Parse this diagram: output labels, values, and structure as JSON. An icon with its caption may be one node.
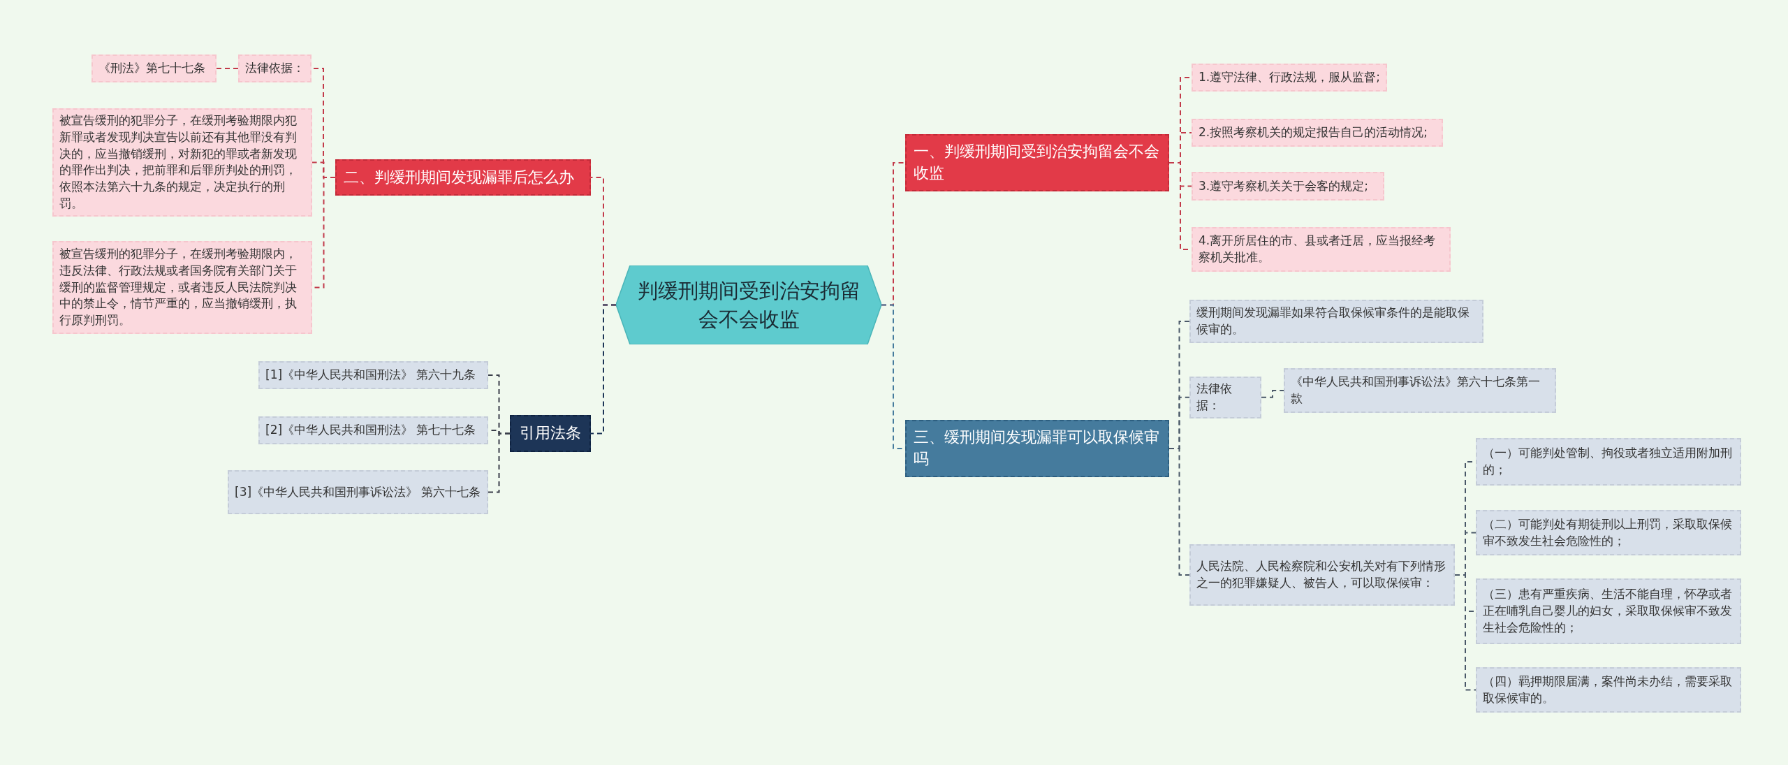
{
  "diagram": {
    "nodes": [
      {
        "text": [
          "判缓刑期间受到治安拘留会不会收监"
        ]
      },
      {
        "text": [
          "二、判缓刑期间发现漏罪后怎么办"
        ]
      },
      {
        "text": [
          "法律依据："
        ]
      },
      {
        "text": [
          "《刑法》第七十七条"
        ]
      },
      {
        "text": [
          "被宣告缓刑的犯罪分子，在缓刑考验期限内犯新罪或者发现判决宣告以前还有其他罪没有判决的，应当撤销缓刑，对新犯的罪或者新发现的罪作出判决，把前罪和后罪所判处的刑罚，依照本法第六十九条的规定，决定执行的刑罚。"
        ]
      },
      {
        "text": [
          "被宣告缓刑的犯罪分子，在缓刑考验期限内，违反法律、行政法规或者国务院有关部门关于缓刑的监督管理规定，或者违反人民法院判决中的禁止令，情节严重的，应当撤销缓刑，执行原判刑罚。"
        ]
      },
      {
        "text": [
          "引用法条"
        ]
      },
      {
        "text": [
          "[1]《中华人民共和国刑法》 第六十九条"
        ]
      },
      {
        "text": [
          "[2]《中华人民共和国刑法》 第七十七条"
        ]
      },
      {
        "text": [
          "[3]《中华人民共和国刑事诉讼法》 第六十七条"
        ]
      },
      {
        "text": [
          "一、判缓刑期间受到治安拘留会不会收监"
        ]
      },
      {
        "text": [
          "1.遵守法律、行政法规，服从监督;"
        ]
      },
      {
        "text": [
          "2.按照考察机关的规定报告自己的活动情况;"
        ]
      },
      {
        "text": [
          "3.遵守考察机关关于会客的规定;"
        ]
      },
      {
        "text": [
          "4.离开所居住的市、县或者迁居，应当报经考察机关批准。"
        ]
      },
      {
        "text": [
          "三、缓刑期间发现漏罪可以取保候审吗"
        ]
      },
      {
        "text": [
          "缓刑期间发现漏罪如果符合取保候审条件的是能取保候审的。"
        ]
      },
      {
        "text": [
          "法律依据："
        ]
      },
      {
        "text": [
          "《中华人民共和国刑事诉讼法》第六十七条第一款"
        ]
      },
      {
        "text": [
          "人民法院、人民检察院和公安机关对有下列情形之一的犯罪嫌疑人、被告人，可以取保候审："
        ]
      },
      {
        "text": [
          "（一）可能判处管制、拘役或者独立适用附加刑的；"
        ]
      },
      {
        "text": [
          "（二）可能判处有期徒刑以上刑罚，采取取保候审不致发生社会危险性的；"
        ]
      },
      {
        "text": [
          "（三）患有严重疾病、生活不能自理，怀孕或者正在哺乳自己婴儿的妇女，采取取保候审不致发生社会危险性的；"
        ]
      },
      {
        "text": [
          "（四）羁押期限届满，案件尚未办结，需要采取取保候审的。"
        ]
      }
    ],
    "edges": [
      {
        "from": 0,
        "to": 1,
        "arrow": "none",
        "style": "dashed",
        "color": "#c23a4a"
      },
      {
        "from": 1,
        "to": 2,
        "arrow": "none",
        "style": "dashed",
        "color": "#c23a4a"
      },
      {
        "from": 2,
        "to": 3,
        "arrow": "none",
        "style": "dashed",
        "color": "#c23a4a"
      },
      {
        "from": 1,
        "to": 4,
        "arrow": "none",
        "style": "dashed",
        "color": "#c23a4a"
      },
      {
        "from": 1,
        "to": 5,
        "arrow": "none",
        "style": "dashed",
        "color": "#c23a4a"
      },
      {
        "from": 0,
        "to": 6,
        "arrow": "none",
        "style": "dashed",
        "color": "#1d3557"
      },
      {
        "from": 6,
        "to": 7,
        "arrow": "none",
        "style": "dashed",
        "color": "#3a3f4a"
      },
      {
        "from": 6,
        "to": 8,
        "arrow": "none",
        "style": "dashed",
        "color": "#3a3f4a"
      },
      {
        "from": 6,
        "to": 9,
        "arrow": "none",
        "style": "dashed",
        "color": "#3a3f4a"
      },
      {
        "from": 0,
        "to": 10,
        "arrow": "none",
        "style": "dashed",
        "color": "#c23a4a"
      },
      {
        "from": 10,
        "to": 11,
        "arrow": "none",
        "style": "dashed",
        "color": "#c23a4a"
      },
      {
        "from": 10,
        "to": 12,
        "arrow": "none",
        "style": "dashed",
        "color": "#c23a4a"
      },
      {
        "from": 10,
        "to": 13,
        "arrow": "none",
        "style": "dashed",
        "color": "#c23a4a"
      },
      {
        "from": 10,
        "to": 14,
        "arrow": "none",
        "style": "dashed",
        "color": "#c23a4a"
      },
      {
        "from": 0,
        "to": 15,
        "arrow": "none",
        "style": "dashed",
        "color": "#457b9d"
      },
      {
        "from": 15,
        "to": 16,
        "arrow": "none",
        "style": "dashed",
        "color": "#4a5868"
      },
      {
        "from": 15,
        "to": 17,
        "arrow": "none",
        "style": "dashed",
        "color": "#4a5868"
      },
      {
        "from": 17,
        "to": 18,
        "arrow": "none",
        "style": "dashed",
        "color": "#4a5868"
      },
      {
        "from": 15,
        "to": 19,
        "arrow": "none",
        "style": "dashed",
        "color": "#4a5868"
      },
      {
        "from": 19,
        "to": 20,
        "arrow": "none",
        "style": "dashed",
        "color": "#4a5868"
      },
      {
        "from": 19,
        "to": 21,
        "arrow": "none",
        "style": "dashed",
        "color": "#4a5868"
      },
      {
        "from": 19,
        "to": 22,
        "arrow": "none",
        "style": "dashed",
        "color": "#4a5868"
      },
      {
        "from": 19,
        "to": 23,
        "arrow": "none",
        "style": "dashed",
        "color": "#4a5868"
      }
    ]
  }
}
